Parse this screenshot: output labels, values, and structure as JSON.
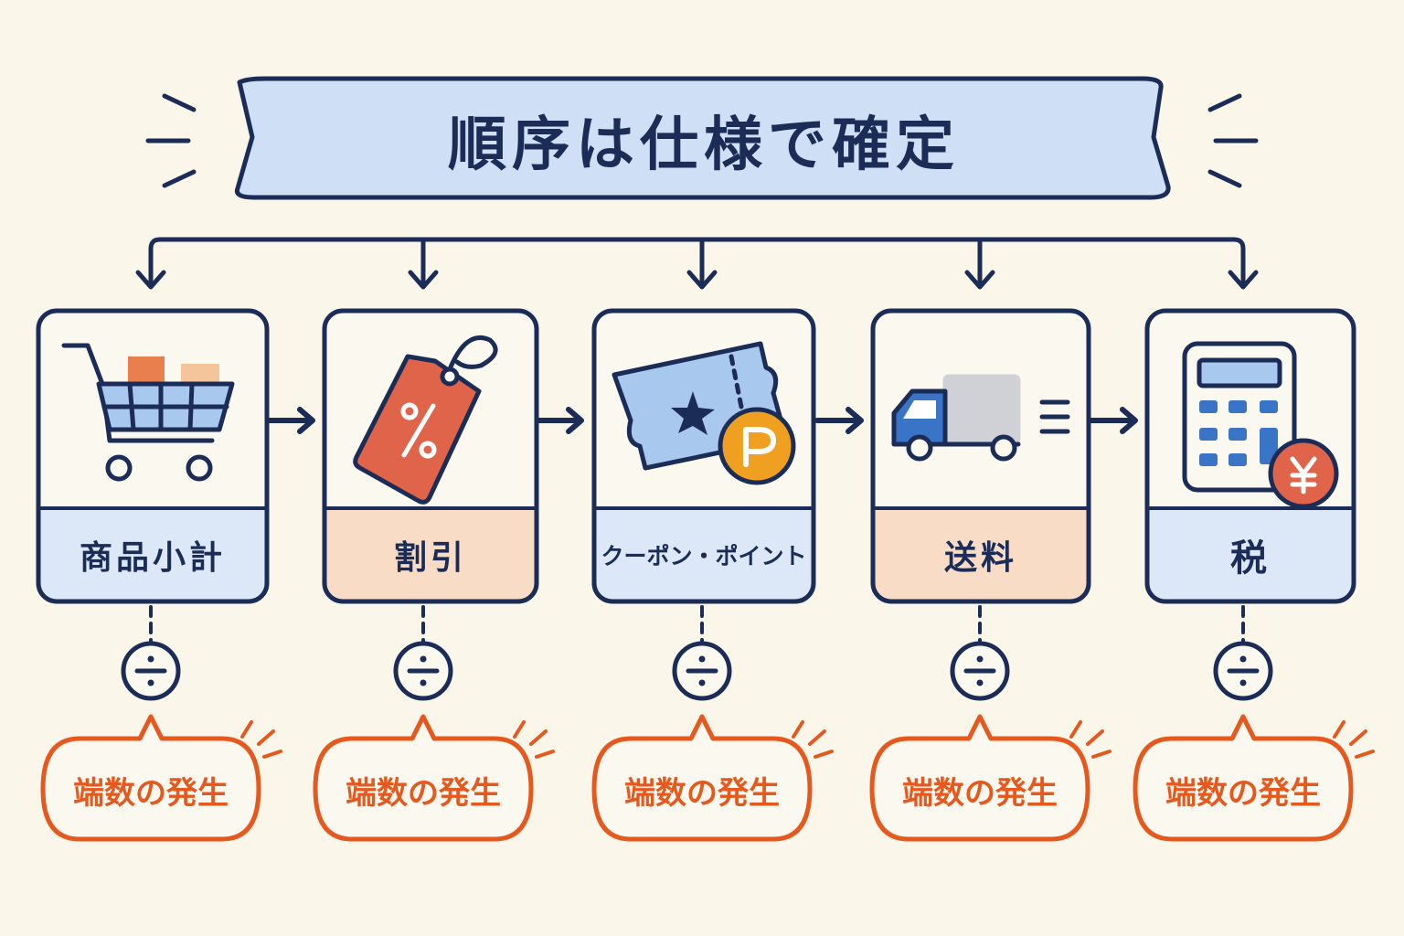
{
  "banner": {
    "title": "順序は仕様で確定"
  },
  "steps": [
    {
      "label": "商品小計",
      "icon": "shopping-cart-icon",
      "label_bg": "#dce8f7"
    },
    {
      "label": "割引",
      "icon": "price-tag-percent-icon",
      "label_bg": "#f8dcc6"
    },
    {
      "label": "クーポン・ポイント",
      "icon": "coupon-ticket-points-icon",
      "label_bg": "#dce8f7"
    },
    {
      "label": "送料",
      "icon": "delivery-truck-icon",
      "label_bg": "#f8dcc6"
    },
    {
      "label": "税",
      "icon": "calculator-yen-icon",
      "label_bg": "#dce8f7"
    }
  ],
  "callouts": [
    {
      "text": "端数の発生"
    },
    {
      "text": "端数の発生"
    },
    {
      "text": "端数の発生"
    },
    {
      "text": "端数の発生"
    },
    {
      "text": "端数の発生"
    }
  ],
  "division_symbol": "÷",
  "colors": {
    "background": "#fbf6ea",
    "outline": "#1b2d57",
    "banner_fill": "#cfe0f6",
    "card_fill": "#fbf8ef",
    "blue_panel": "#dce8f7",
    "peach_panel": "#f8dcc6",
    "accent_orange": "#e5581e",
    "coin_orange": "#f0a020"
  }
}
